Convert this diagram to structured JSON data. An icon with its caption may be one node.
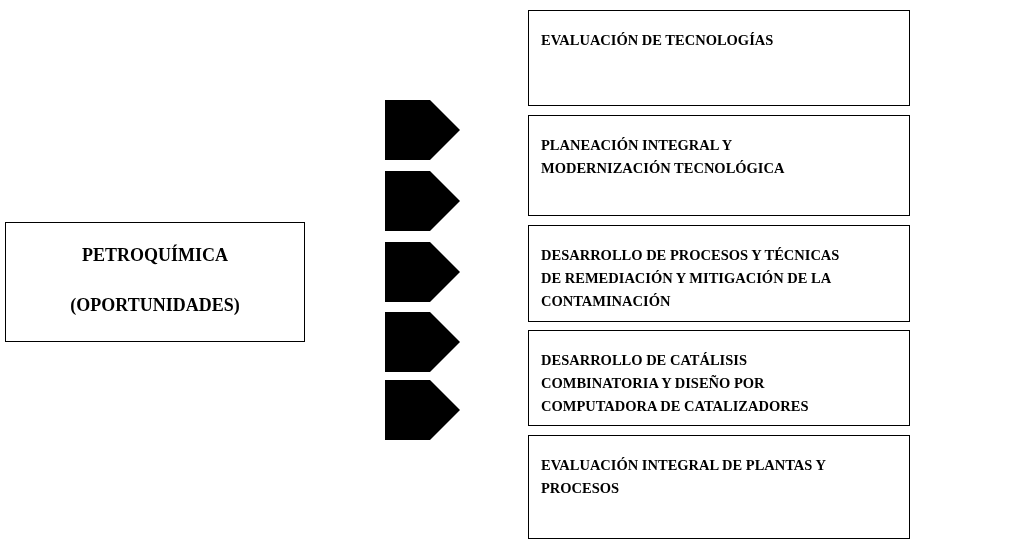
{
  "diagram": {
    "nodes": [
      {
        "text": [
          "PETROQUÍMICA",
          "(OPORTUNIDADES)"
        ]
      },
      {
        "text": [
          "EVALUACIÓN DE TECNOLOGÍAS"
        ]
      },
      {
        "text": [
          "PLANEACIÓN INTEGRAL Y MODERNIZACIÓN TECNOLÓGICA"
        ]
      },
      {
        "text": [
          "DESARROLLO DE PROCESOS Y TÉCNICAS DE REMEDIACIÓN Y MITIGACIÓN DE LA CONTAMINACIÓN"
        ]
      },
      {
        "text": [
          "DESARROLLO DE CATÁLISIS COMBINATORIA Y DISEÑO POR COMPUTADORA DE CATALIZADORES"
        ]
      },
      {
        "text": [
          "EVALUACIÓN INTEGRAL DE PLANTAS Y PROCESOS"
        ]
      }
    ]
  }
}
